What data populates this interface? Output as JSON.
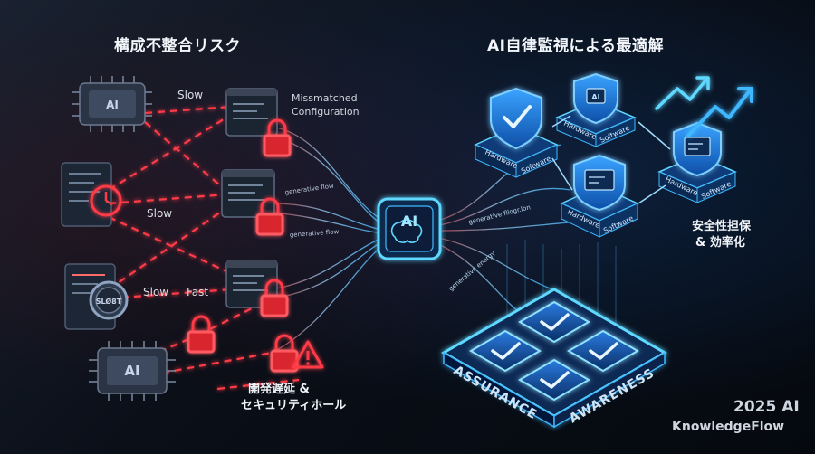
{
  "left_title": "構成不整合リスク",
  "right_title": "AI自律監視による最適解",
  "left": {
    "chip_top_label": "AI",
    "chip_bottom_label": "AI",
    "gear_label": "SLØ8T",
    "slow_1": "Slow",
    "slow_2": "Slow",
    "slow_3": "Slow",
    "fast": "Fast",
    "mismatch_line1": "Missmatched",
    "mismatch_line2": "Configuration",
    "delay_line1": "開発遅延 &",
    "delay_line2": "セキュリティホール"
  },
  "center": {
    "ai_core": "AI",
    "flow_1": "generative flow",
    "flow_2": "generative flow",
    "flow_3": "generative fllogr.lon",
    "flow_4": "generative energy"
  },
  "right": {
    "hardware": "Hardware",
    "software": "Software",
    "ai_chip": "AI",
    "benefit_line1": "安全性担保",
    "benefit_line2": "& 効率化",
    "assurance": "ASSURANCE",
    "awareness": "AWARENESS"
  },
  "brand": {
    "line1": "2025 AI",
    "line2": "KnowledgeFlow"
  },
  "colors": {
    "risk_red": "#ff3b47",
    "ai_blue": "#3fb8ff",
    "glow_cyan": "#5fd8ff"
  }
}
